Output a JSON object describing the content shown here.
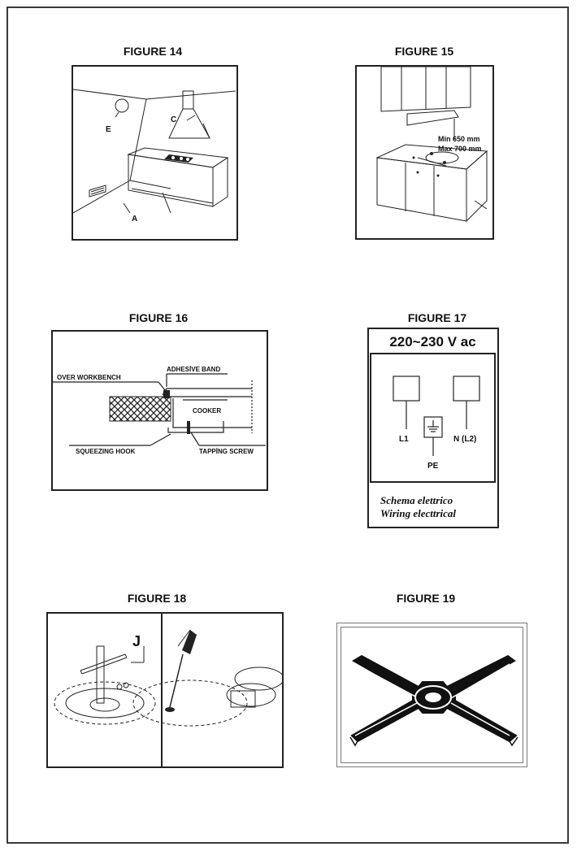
{
  "figures": {
    "fig14": {
      "title": "FIGURE 14",
      "labels": {
        "e": "E",
        "c": "C",
        "a": "A"
      }
    },
    "fig15": {
      "title": "FIGURE 15",
      "labels": {
        "min": "Min 650 mm",
        "max": "Max 700 mm"
      }
    },
    "fig16": {
      "title": "FIGURE 16",
      "labels": {
        "adhesive": "ADHESİVE BAND",
        "workbench": "OVER WORKBENCH",
        "cooker": "COOKER",
        "hook": "SQUEEZING HOOK",
        "screw": "TAPPİNG SCREW"
      }
    },
    "fig17": {
      "title": "FIGURE 17",
      "labels": {
        "voltage": "220~230 V ac",
        "l1": "L1",
        "n": "N (L2)",
        "pe": "PE",
        "schema": "Schema elettrico",
        "wiring": "Wiring electtrical"
      }
    },
    "fig18": {
      "title": "FIGURE 18",
      "labels": {
        "j": "J"
      }
    },
    "fig19": {
      "title": "FIGURE 19"
    }
  }
}
